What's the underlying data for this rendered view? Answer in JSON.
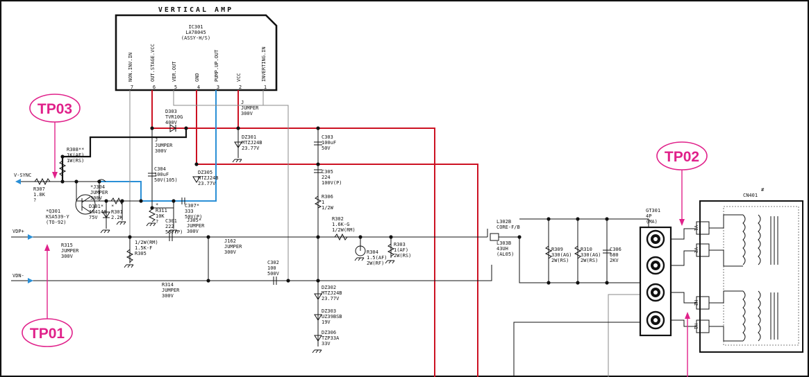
{
  "ic": {
    "title": "VERTICAL AMP",
    "ref": "IC301",
    "part": "LA78045",
    "note": "(ASSY-H/S)",
    "pins": [
      {
        "num": "7",
        "name": "NON.INV.IN"
      },
      {
        "num": "6",
        "name": "OUT.STAGE.VCC"
      },
      {
        "num": "5",
        "name": "VER.OUT"
      },
      {
        "num": "4",
        "name": "GND"
      },
      {
        "num": "3",
        "name": "PUMP.UP.OUT"
      },
      {
        "num": "2",
        "name": "VCC"
      },
      {
        "num": "1",
        "name": "INVERTING.IN"
      }
    ]
  },
  "test_points": {
    "tp01": "TP01",
    "tp02": "TP02",
    "tp03": "TP03"
  },
  "signals": {
    "vsync": "V-SYNC",
    "vdp": "VDP+",
    "vdn": "VDN-"
  },
  "components": {
    "r308": [
      "R308**",
      "1K(AF)",
      "1W(RS)"
    ],
    "r307": [
      "R307",
      "1.8K",
      "?"
    ],
    "q301": [
      "*Q301",
      "KSA539-Y",
      "(TO-92)"
    ],
    "j304": [
      "*J304",
      "JUMPER",
      "300V"
    ],
    "d301": [
      "D301*",
      "1N4148",
      "75V"
    ],
    "r301": [
      "*",
      "R301",
      "2.2K"
    ],
    "r315": [
      "R315",
      "JUMPER",
      "300V"
    ],
    "d303": [
      "D303",
      "TVR10G",
      "400V"
    ],
    "jmp6": [
      "J",
      "JUMPER",
      "300V"
    ],
    "c304": [
      "C304",
      "100uF",
      "50V(105)"
    ],
    "r311": [
      "*",
      "R311",
      "10K",
      "?"
    ],
    "c301": [
      "C301",
      "222",
      "50V(P)"
    ],
    "c307": [
      "C307*",
      "333",
      "50V(P)"
    ],
    "j305": [
      "J305*",
      "JUMPER",
      "300V"
    ],
    "dz305": [
      "DZ305",
      "MTZJ24B",
      "23.77V"
    ],
    "r305": [
      "1/2W(RM)",
      "1.5K-F",
      "R305"
    ],
    "r314": [
      "R314",
      "JUMPER",
      "300V"
    ],
    "j162": [
      "J162",
      "JUMPER",
      "300V"
    ],
    "jvcc": [
      "J",
      "JUMPER",
      "300V"
    ],
    "dz301": [
      "DZ301",
      "MTZJ24B",
      "23.77V"
    ],
    "c303": [
      "C303",
      "100uF",
      "50V"
    ],
    "c305": [
      "C305",
      "224",
      "100V(P)"
    ],
    "r306": [
      "R306",
      "1",
      "1/2W"
    ],
    "r302": [
      "R302",
      "1.6K-G",
      "1/2W(RM)"
    ],
    "r304": [
      "R304",
      "1.5(AF)",
      "2W(RF)"
    ],
    "r303": [
      "R303",
      "1(AF)",
      "2W(RS)"
    ],
    "c302": [
      "C302",
      "100",
      "500V"
    ],
    "dz302": [
      "DZ302",
      "MTZJ24B",
      "23.77V"
    ],
    "dz303": [
      "DZ303",
      "UZ39BSB",
      "19V"
    ],
    "dz306": [
      "DZ306",
      "TZP33A",
      "33V"
    ],
    "l302b": [
      "L302B",
      "CORE-F/B"
    ],
    "l303b": [
      "L303B",
      "43UH",
      "(AL05)"
    ],
    "r309": [
      "R309",
      "330(AG)",
      "2W(RS)"
    ],
    "r310": [
      "R310",
      "330(AG)",
      "2W(RS)"
    ],
    "c306": [
      "C306",
      "680",
      "2KV"
    ],
    "gt301": [
      "GT301",
      "4P",
      "(MA)"
    ],
    "cn401": "CN401",
    "cn401_mark": "#",
    "coil_pins": [
      "V1",
      "V2",
      "H2",
      "H1"
    ]
  },
  "colors": {
    "red": "#cc1122",
    "blue": "#2a8fd6",
    "magenta": "#e0218a",
    "gray": "#8a8a8a"
  }
}
